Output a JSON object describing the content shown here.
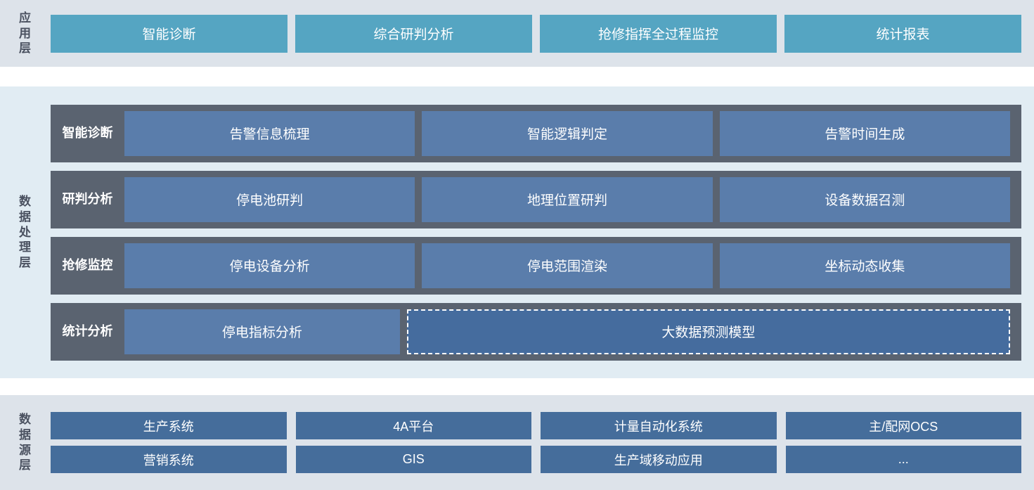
{
  "application_layer": {
    "label": "应用层",
    "tiles": [
      {
        "label": "智能诊断"
      },
      {
        "label": "综合研判分析"
      },
      {
        "label": "抢修指挥全过程监控"
      },
      {
        "label": "统计报表"
      }
    ]
  },
  "data_processing_layer": {
    "label": "数据处理层",
    "rows": [
      {
        "label_line1": "智能",
        "label_line2": "诊断",
        "cells": [
          {
            "label": "告警信息梳理",
            "style": "solid"
          },
          {
            "label": "智能逻辑判定",
            "style": "solid"
          },
          {
            "label": "告警时间生成",
            "style": "solid"
          }
        ]
      },
      {
        "label_line1": "研判",
        "label_line2": "分析",
        "cells": [
          {
            "label": "停电池研判",
            "style": "solid"
          },
          {
            "label": "地理位置研判",
            "style": "solid"
          },
          {
            "label": "设备数据召测",
            "style": "solid"
          }
        ]
      },
      {
        "label_line1": "抢修",
        "label_line2": "监控",
        "cells": [
          {
            "label": "停电设备分析",
            "style": "solid"
          },
          {
            "label": "停电范围渲染",
            "style": "solid"
          },
          {
            "label": "坐标动态收集",
            "style": "solid"
          }
        ]
      },
      {
        "label_line1": "统计",
        "label_line2": "分析",
        "cells": [
          {
            "label": "停电指标分析",
            "style": "solid"
          },
          {
            "label": "大数据预测模型",
            "style": "dashed"
          }
        ]
      }
    ]
  },
  "data_source_layer": {
    "label": "数据源层",
    "rows": [
      [
        {
          "label": "生产系统"
        },
        {
          "label": "4A平台"
        },
        {
          "label": "计量自动化系统"
        },
        {
          "label": "主/配网OCS"
        }
      ],
      [
        {
          "label": "营销系统"
        },
        {
          "label": "GIS"
        },
        {
          "label": "生产域移动应用"
        },
        {
          "label": "..."
        }
      ]
    ]
  },
  "colors": {
    "application_band_bg": "#dde3ea",
    "application_tile": "#55a5c2",
    "processing_band_bg": "#e1ecf3",
    "processing_row_bg": "#5a6370",
    "processing_cell": "#5a7dab",
    "processing_cell_dashed": "#456c9e",
    "source_band_bg": "#dde3ea",
    "source_tile": "#456d9b",
    "label_text": "#4a5160",
    "tile_text": "#ffffff"
  }
}
